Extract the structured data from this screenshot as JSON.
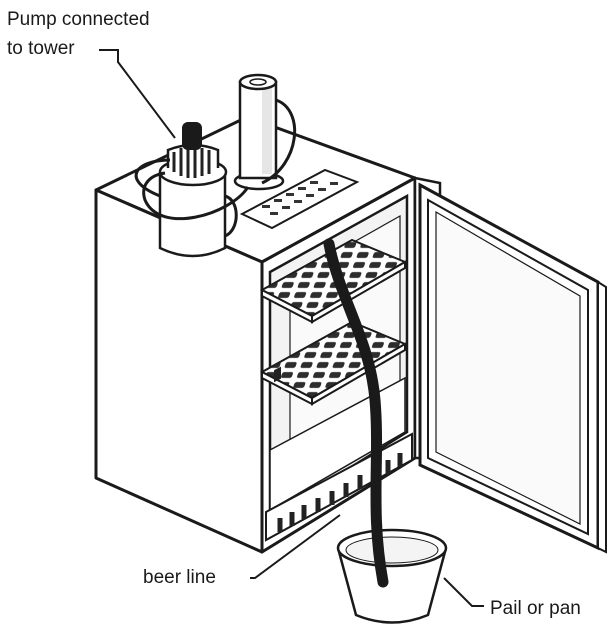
{
  "labels": {
    "pump_line1": "Pump connected",
    "pump_line2": "to tower",
    "beer_line": "beer line",
    "pail": "Pail or pan"
  },
  "colors": {
    "stroke": "#1a1a1a",
    "fill": "#ffffff",
    "shade": "#e6e6e6",
    "dark": "#222222"
  }
}
